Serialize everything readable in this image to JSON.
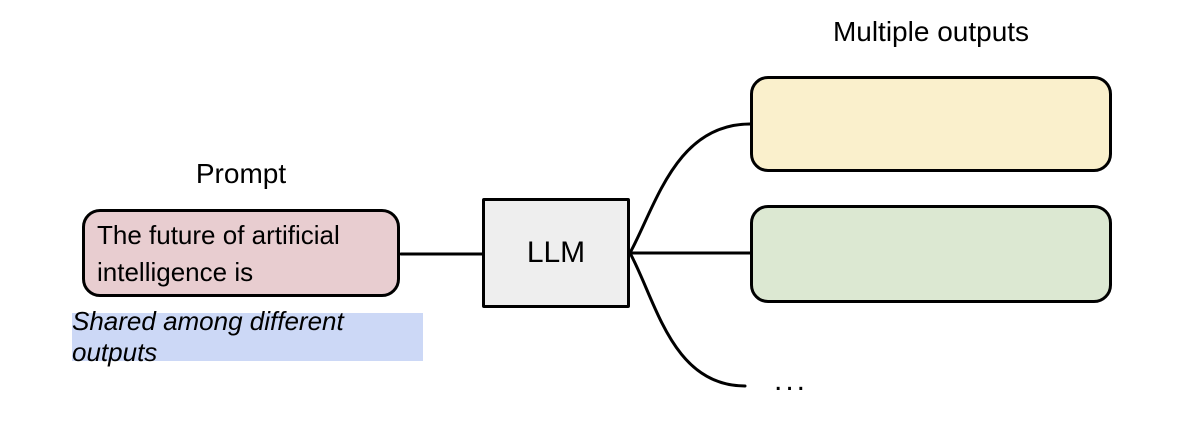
{
  "canvas": {
    "background": "#ffffff",
    "edge_color": "#000000"
  },
  "prompt": {
    "title": "Prompt",
    "box_text": "The future of artificial intelligence is",
    "box_fill": "#e8cdd0",
    "note_text": "Shared among different outputs",
    "note_fill": "#ccd8f6"
  },
  "llm": {
    "label": "LLM",
    "box_fill": "#eeeeee"
  },
  "outputs": {
    "title": "Multiple outputs",
    "first_fill": "#faf0cc",
    "second_fill": "#dce8d2",
    "ellipsis": "..."
  }
}
